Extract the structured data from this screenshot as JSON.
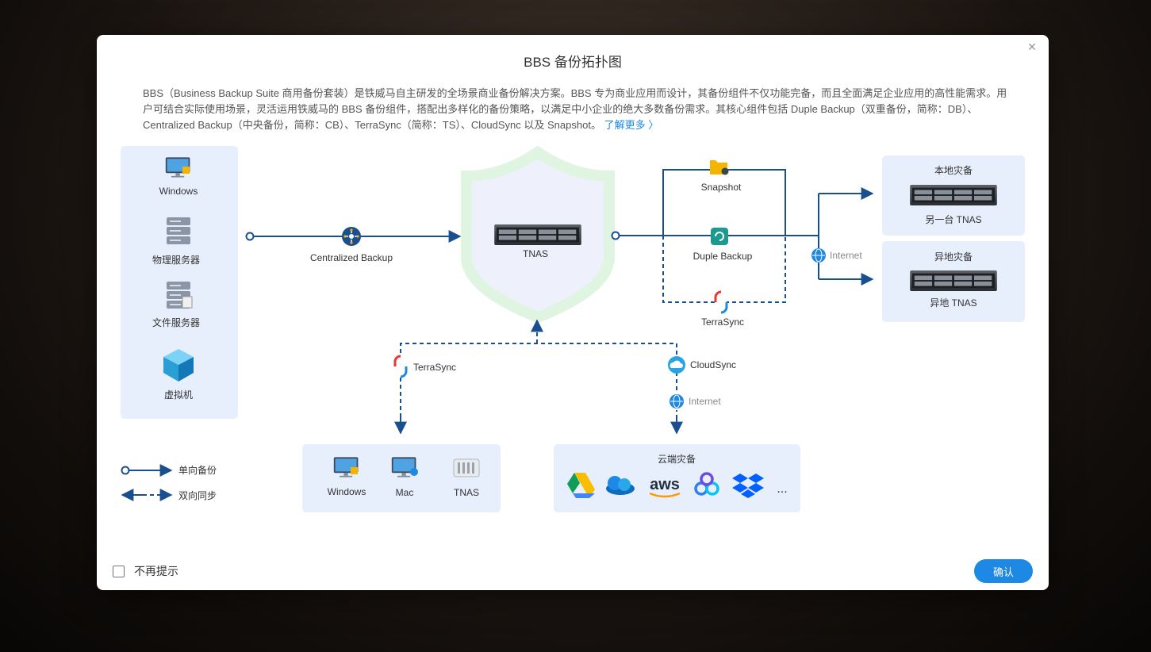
{
  "dialog": {
    "title": "BBS 备份拓扑图",
    "description": "BBS（Business Backup Suite 商用备份套装）是铁威马自主研发的全场景商业备份解决方案。BBS 专为商业应用而设计，其备份组件不仅功能完备，而且全面满足企业应用的高性能需求。用户可结合实际使用场景，灵活运用铁威马的 BBS 备份组件，搭配出多样化的备份策略，以满足中小企业的绝大多数备份需求。其核心组件包括 Duple Backup（双重备份，简称：DB）、Centralized Backup（中央备份，简称：CB）、TerraSync（简称：TS）、CloudSync 以及 Snapshot。",
    "learn_more": "了解更多 〉",
    "dont_show": "不再提示",
    "confirm": "确认"
  },
  "diagram": {
    "sources": [
      "Windows",
      "物理服务器",
      "文件服务器",
      "虚拟机"
    ],
    "centralized_backup": "Centralized Backup",
    "center": "TNAS",
    "snapshot": "Snapshot",
    "duple_backup": "Duple Backup",
    "terrasync_right": "TerraSync",
    "internet_right": "Internet",
    "local_dr": {
      "title": "本地灾备",
      "label": "另一台 TNAS"
    },
    "remote_dr": {
      "title": "异地灾备",
      "label": "异地 TNAS"
    },
    "terrasync_bottom": "TerraSync",
    "cloudsync": "CloudSync",
    "internet_bottom": "Internet",
    "clients": [
      "Windows",
      "Mac",
      "TNAS"
    ],
    "cloud_title": "云端灾备",
    "cloud_more": "...",
    "legend": {
      "one_way": "单向备份",
      "two_way": "双向同步"
    }
  },
  "colors": {
    "primary": "#1e88e5",
    "line": "#1a4f8f",
    "panel": "#e8effc",
    "shield": "#dff5e2"
  }
}
